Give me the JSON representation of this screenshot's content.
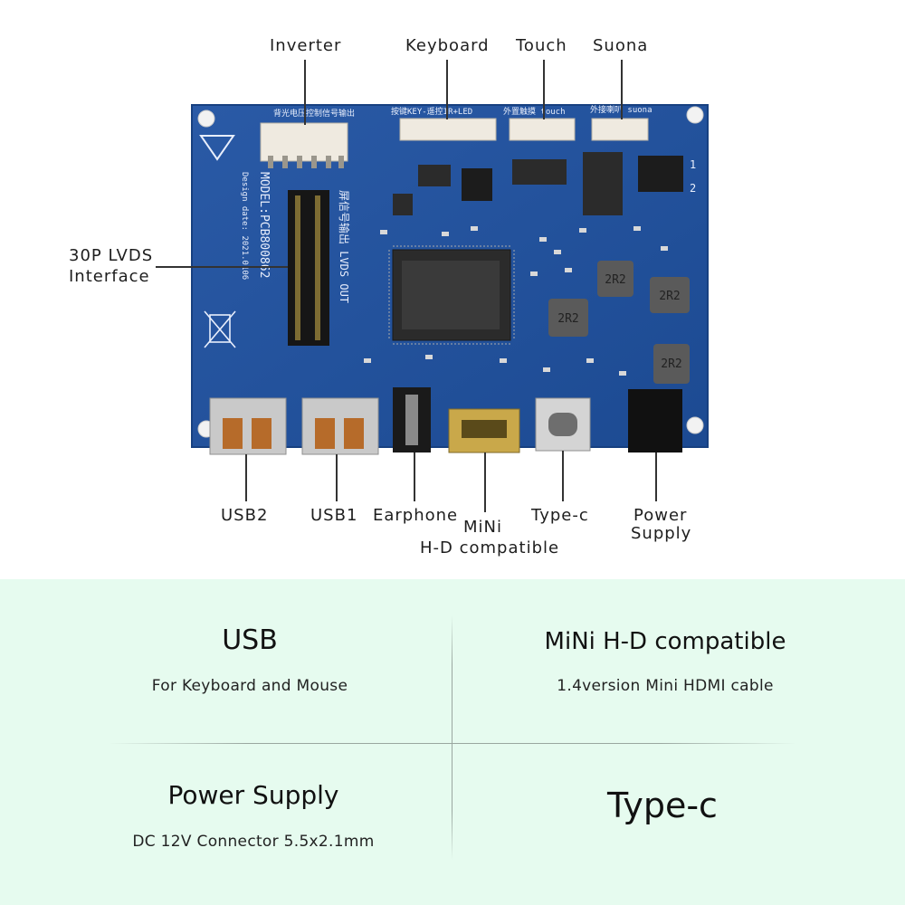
{
  "diagram": {
    "callouts": {
      "inverter": "Inverter",
      "keyboard": "Keyboard",
      "touch": "Touch",
      "suona": "Suona",
      "lvds_line1": "30P LVDS",
      "lvds_line2": "Interface",
      "usb2": "USB2",
      "usb1": "USB1",
      "earphone": "Earphone",
      "mini_line1": "MiNi",
      "mini_line2": "H-D compatible",
      "typec": "Type-c",
      "power_line1": "Power",
      "power_line2": "Supply"
    },
    "board": {
      "model": "MODEL:PCB800862",
      "lvds_out": "屏信号输出 LVDS OUT",
      "design_date": "Design date: 2021.0106",
      "inductor": "2R2"
    }
  },
  "features": [
    {
      "title": "USB",
      "subtitle": "For Keyboard and Mouse"
    },
    {
      "title": "MiNi H-D compatible",
      "subtitle": "1.4version Mini HDMI cable"
    },
    {
      "title": "Power Supply",
      "subtitle": "DC 12V Connector 5.5x2.1mm"
    },
    {
      "title": "Type-c",
      "subtitle": ""
    }
  ],
  "colors": {
    "pcb": "#1f4f9a",
    "background_bottom": "#e6fbef"
  }
}
